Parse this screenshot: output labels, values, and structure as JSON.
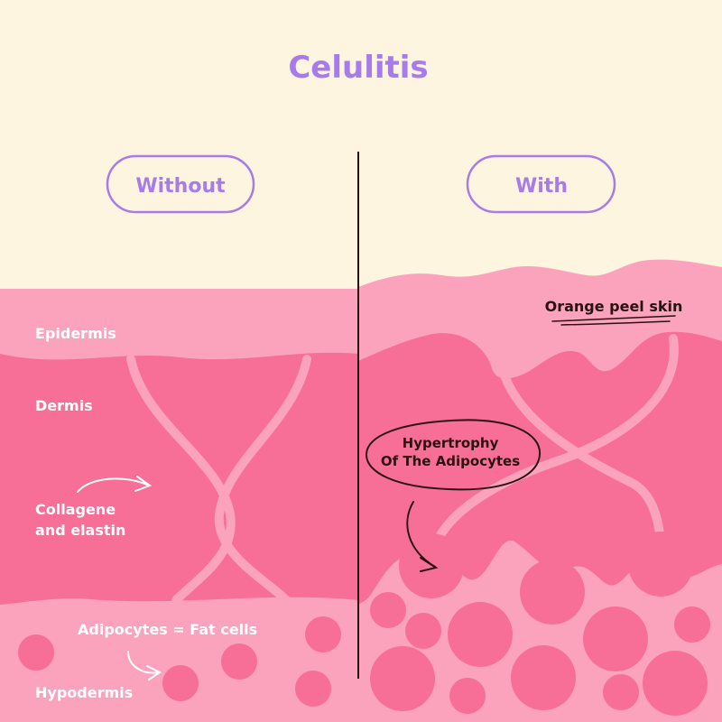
{
  "title": "Celulitis",
  "colors": {
    "background": "#fdf5e0",
    "accent": "#a77bea",
    "skin_light": "#fba3bd",
    "skin_dark": "#f76f96",
    "ink": "#2a1210",
    "label": "#ffffff"
  },
  "panels": {
    "without": {
      "label": "Without",
      "layers": {
        "epidermis": "Epidermis",
        "dermis": "Dermis",
        "hypodermis": "Hypodermis"
      },
      "annotations": {
        "fibers_line1": "Collagene",
        "fibers_line2": "and elastin",
        "fat": "Adipocytes = Fat cells"
      }
    },
    "with": {
      "label": "With",
      "annotations": {
        "skin": "Orange peel skin",
        "hypertrophy_line1": "Hypertrophy",
        "hypertrophy_line2": "Of The Adipocytes"
      }
    }
  }
}
